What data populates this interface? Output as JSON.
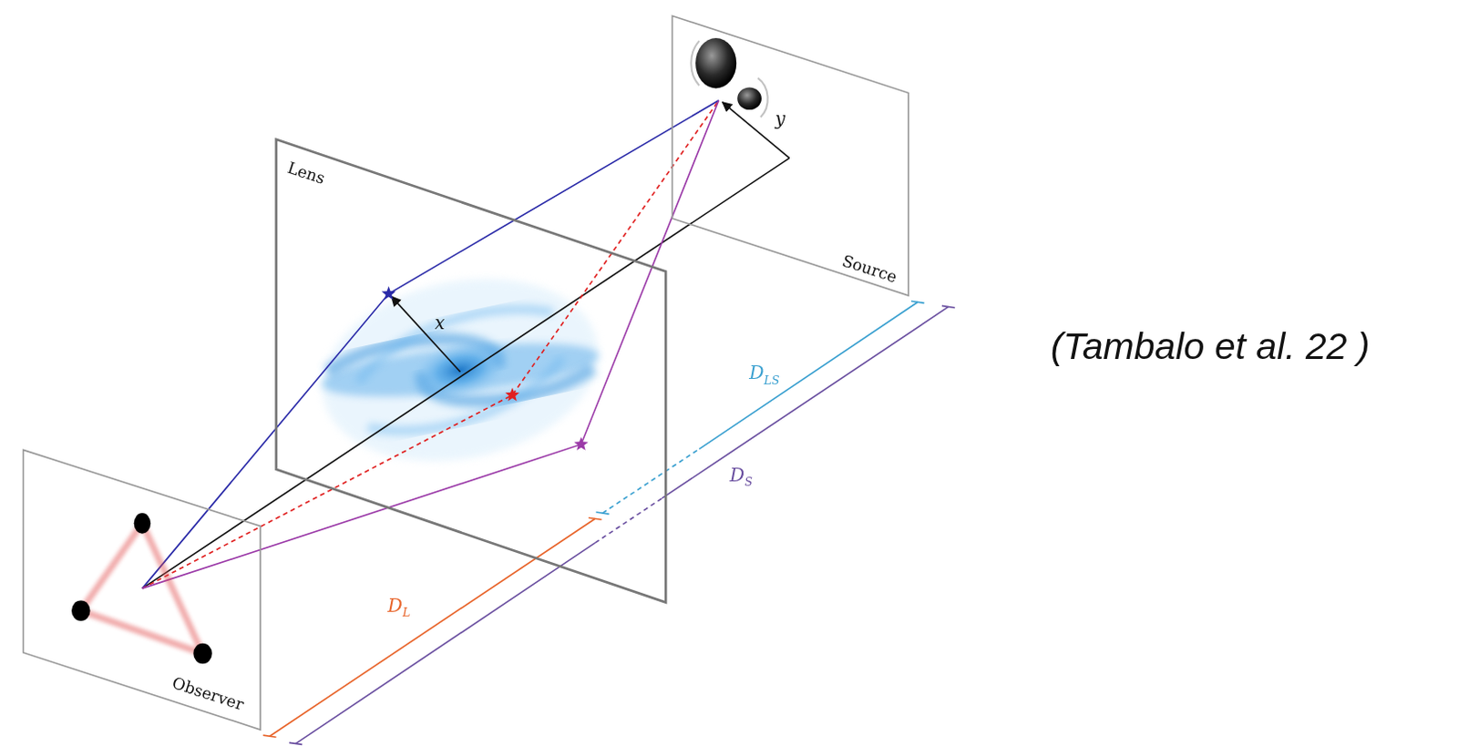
{
  "diagram": {
    "caption": "(Tambalo et al. 22 )",
    "nodes": [
      {
        "text": [
          "Source"
        ]
      },
      {
        "text": [
          "Lens"
        ]
      },
      {
        "text": [
          "Observer"
        ]
      }
    ],
    "labels": [
      "y",
      "x",
      "DLS",
      "DS",
      "DL"
    ]
  }
}
